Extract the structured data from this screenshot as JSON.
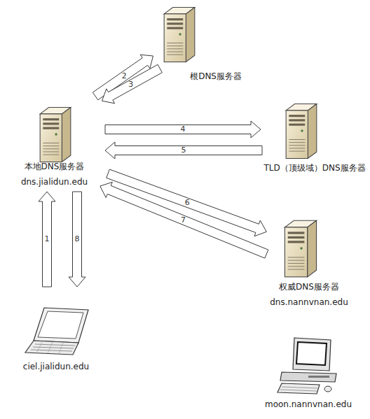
{
  "diagram": {
    "nodes": [
      {
        "text": [
          "根DNS服务器"
        ]
      },
      {
        "text": [
          "本地DNS服务器",
          "dns.jialidun.edu"
        ]
      },
      {
        "text": [
          "TLD（顶级域）DNS服务器"
        ]
      },
      {
        "text": [
          "权威DNS服务器",
          "dns.nannvnan.edu"
        ]
      },
      {
        "text": [
          "ciel.jialidun.edu"
        ]
      },
      {
        "text": [
          "moon.nannvnan.edu"
        ]
      }
    ],
    "edges": [
      {
        "from": 4,
        "to": 1,
        "label": "1",
        "arrow": "to"
      },
      {
        "from": 1,
        "to": 0,
        "label": "2",
        "arrow": "to"
      },
      {
        "from": 0,
        "to": 1,
        "label": "3",
        "arrow": "to"
      },
      {
        "from": 1,
        "to": 2,
        "label": "4",
        "arrow": "to"
      },
      {
        "from": 2,
        "to": 1,
        "label": "5",
        "arrow": "to"
      },
      {
        "from": 1,
        "to": 3,
        "label": "6",
        "arrow": "to"
      },
      {
        "from": 3,
        "to": 1,
        "label": "7",
        "arrow": "to"
      },
      {
        "from": 1,
        "to": 4,
        "label": "8",
        "arrow": "to"
      }
    ]
  }
}
